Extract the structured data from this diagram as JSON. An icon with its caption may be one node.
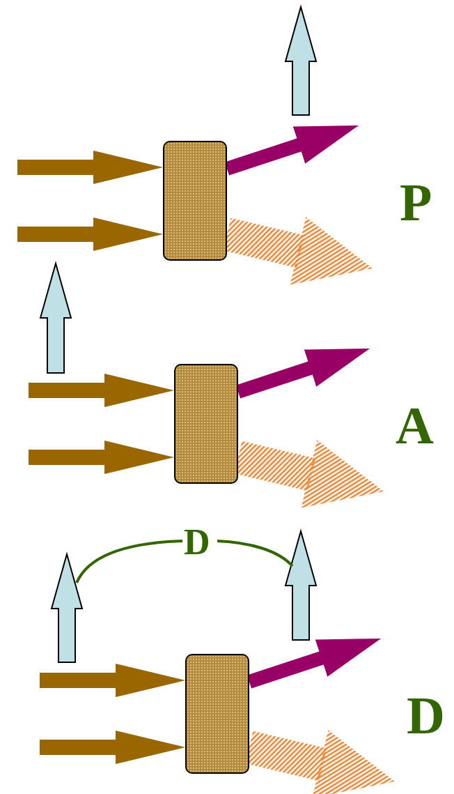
{
  "diagram": {
    "nodes": [
      {
        "text": [],
        "shape": "box"
      },
      {
        "text": [],
        "shape": "box"
      },
      {
        "text": [],
        "shape": "box"
      }
    ],
    "edges": [
      {
        "from": null,
        "to": 0,
        "arrow": "to"
      },
      {
        "from": null,
        "to": 0,
        "arrow": "to"
      },
      {
        "from": 0,
        "to": null,
        "arrow": "to",
        "color": "#990066"
      },
      {
        "from": 0,
        "to": null,
        "arrow": "to",
        "color": "#e8893a",
        "style": "thick"
      },
      {
        "from": null,
        "to": 1,
        "arrow": "to"
      },
      {
        "from": null,
        "to": 1,
        "arrow": "to"
      },
      {
        "from": 1,
        "to": null,
        "arrow": "to",
        "color": "#990066"
      },
      {
        "from": 1,
        "to": null,
        "arrow": "to",
        "color": "#e8893a",
        "style": "thick"
      },
      {
        "from": null,
        "to": 2,
        "arrow": "to"
      },
      {
        "from": null,
        "to": 2,
        "arrow": "to"
      },
      {
        "from": 2,
        "to": null,
        "arrow": "to",
        "color": "#990066"
      },
      {
        "from": 2,
        "to": null,
        "arrow": "to",
        "color": "#e8893a",
        "style": "thick"
      }
    ],
    "labels": [
      "P",
      "A",
      "D",
      "D"
    ]
  }
}
